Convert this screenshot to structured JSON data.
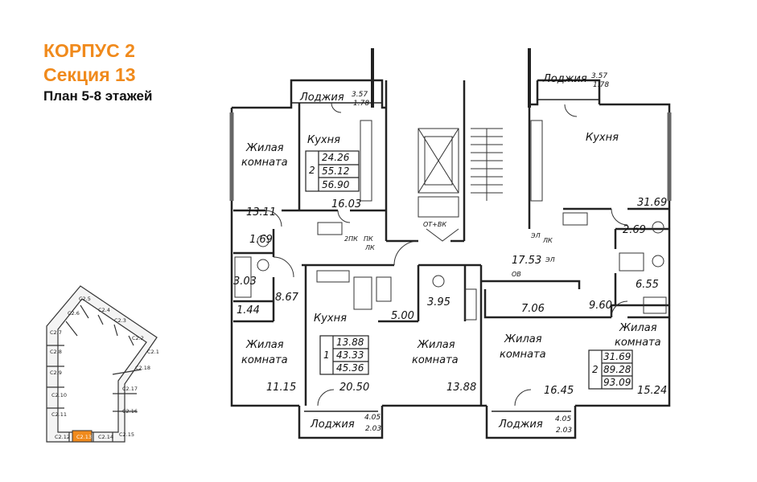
{
  "header": {
    "building": "КОРПУС 2",
    "section": "Секция 13",
    "floors": "План 5-8 этажей"
  },
  "rooms": {
    "loggia_top_left": "Лоджия",
    "loggia_top_left_area_a": "3.57",
    "loggia_top_left_area_b": "1.78",
    "loggia_top_right": "Лоджия",
    "loggia_top_right_area_a": "3.57",
    "loggia_top_right_area_b": "1.78",
    "kitchen_tl": "Кухня",
    "kitchen_tr": "Кухня",
    "living_tl_1": "Жилая",
    "living_tl_2": "комната",
    "area_13_11": "13.11",
    "area_16_03": "16.03",
    "area_31_69": "31.69",
    "area_1_69": "1.69",
    "area_2_69": "2.69",
    "area_3_03": "3.03",
    "area_6_55": "6.55",
    "area_1_44": "1.44",
    "area_8_67": "8.67",
    "area_17_53": "17.53",
    "area_5_00": "5.00",
    "area_3_95": "3.95",
    "area_7_06": "7.06",
    "area_9_60": "9.60",
    "kitchen_bl": "Кухня",
    "living_bl_1": "Жилая",
    "living_bl_2": "комната",
    "living_bc_1": "Жилая",
    "living_bc_2": "комната",
    "living_bcr_1": "Жилая",
    "living_bcr_2": "комната",
    "living_br_1": "Жилая",
    "living_br_2": "комната",
    "area_11_15": "11.15",
    "area_20_50": "20.50",
    "area_13_88": "13.88",
    "area_16_45": "16.45",
    "area_15_24": "15.24",
    "loggia_bl": "Лоджия",
    "loggia_bl_area_a": "4.05",
    "loggia_bl_area_b": "2.03",
    "loggia_br": "Лоджия",
    "loggia_br_area_a": "4.05",
    "loggia_br_area_b": "2.03"
  },
  "apartments": [
    {
      "rooms": "2",
      "living": "24.26",
      "total": "55.12",
      "with_loggia": "56.90"
    },
    {
      "rooms": "1",
      "living": "13.88",
      "total": "43.33",
      "with_loggia": "45.36"
    },
    {
      "rooms": "2",
      "living": "31.69",
      "total": "89.28",
      "with_loggia": "93.09"
    }
  ],
  "tech": {
    "ot_vk": "ОТ+ВК",
    "pk2": "2ПК",
    "pk": "ПК",
    "lk": "ЛК",
    "el": "ЭЛ",
    "lk2": "ЛК",
    "el2": "ЭЛ",
    "ov": "ОВ"
  },
  "keyplan": {
    "sections": [
      "С2.5",
      "С2.6",
      "С2.4",
      "С2.3",
      "С2.7",
      "С2.8",
      "С2.2",
      "С2.1",
      "С2.9",
      "С2.18",
      "С2.10",
      "С2.17",
      "С2.11",
      "С2.16",
      "С2.12",
      "С2.13",
      "С2.14",
      "С2.15"
    ],
    "highlight": "С2.13",
    "highlight_color": "#f08a1c"
  }
}
